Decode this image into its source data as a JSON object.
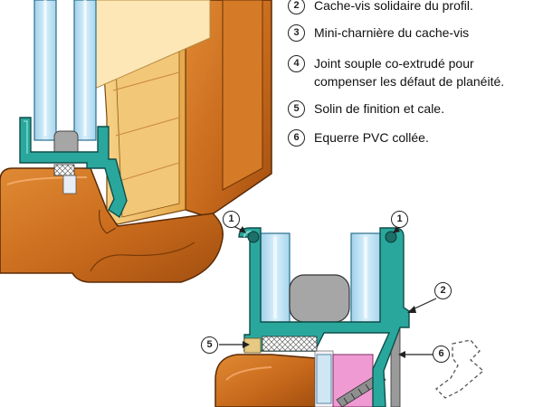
{
  "legend": {
    "items": [
      {
        "number": "2",
        "lines": [
          "Cache-vis solidaire du profil."
        ]
      },
      {
        "number": "3",
        "lines": [
          "Mini-charnière du cache-vis"
        ]
      },
      {
        "number": "4",
        "lines": [
          "Joint souple co-extrudé pour",
          "compenser les défaut de planéité."
        ]
      },
      {
        "number": "5",
        "lines": [
          "Solin de finition et cale."
        ]
      },
      {
        "number": "6",
        "lines": [
          "Equerre PVC collée."
        ]
      }
    ]
  },
  "callouts": [
    {
      "number": "1"
    },
    {
      "number": "1"
    },
    {
      "number": "2"
    },
    {
      "number": "5"
    },
    {
      "number": "6"
    }
  ],
  "colors": {
    "wood": "#c86a1c",
    "wood_light": "#f0bf6a",
    "glass": "#b5dcef",
    "pvc_profile": "#2aa79d",
    "gasket": "#a6a6a6",
    "shim": "#e6c982",
    "equerre": "#ef9ad2",
    "screw": "#8f8f8f"
  }
}
